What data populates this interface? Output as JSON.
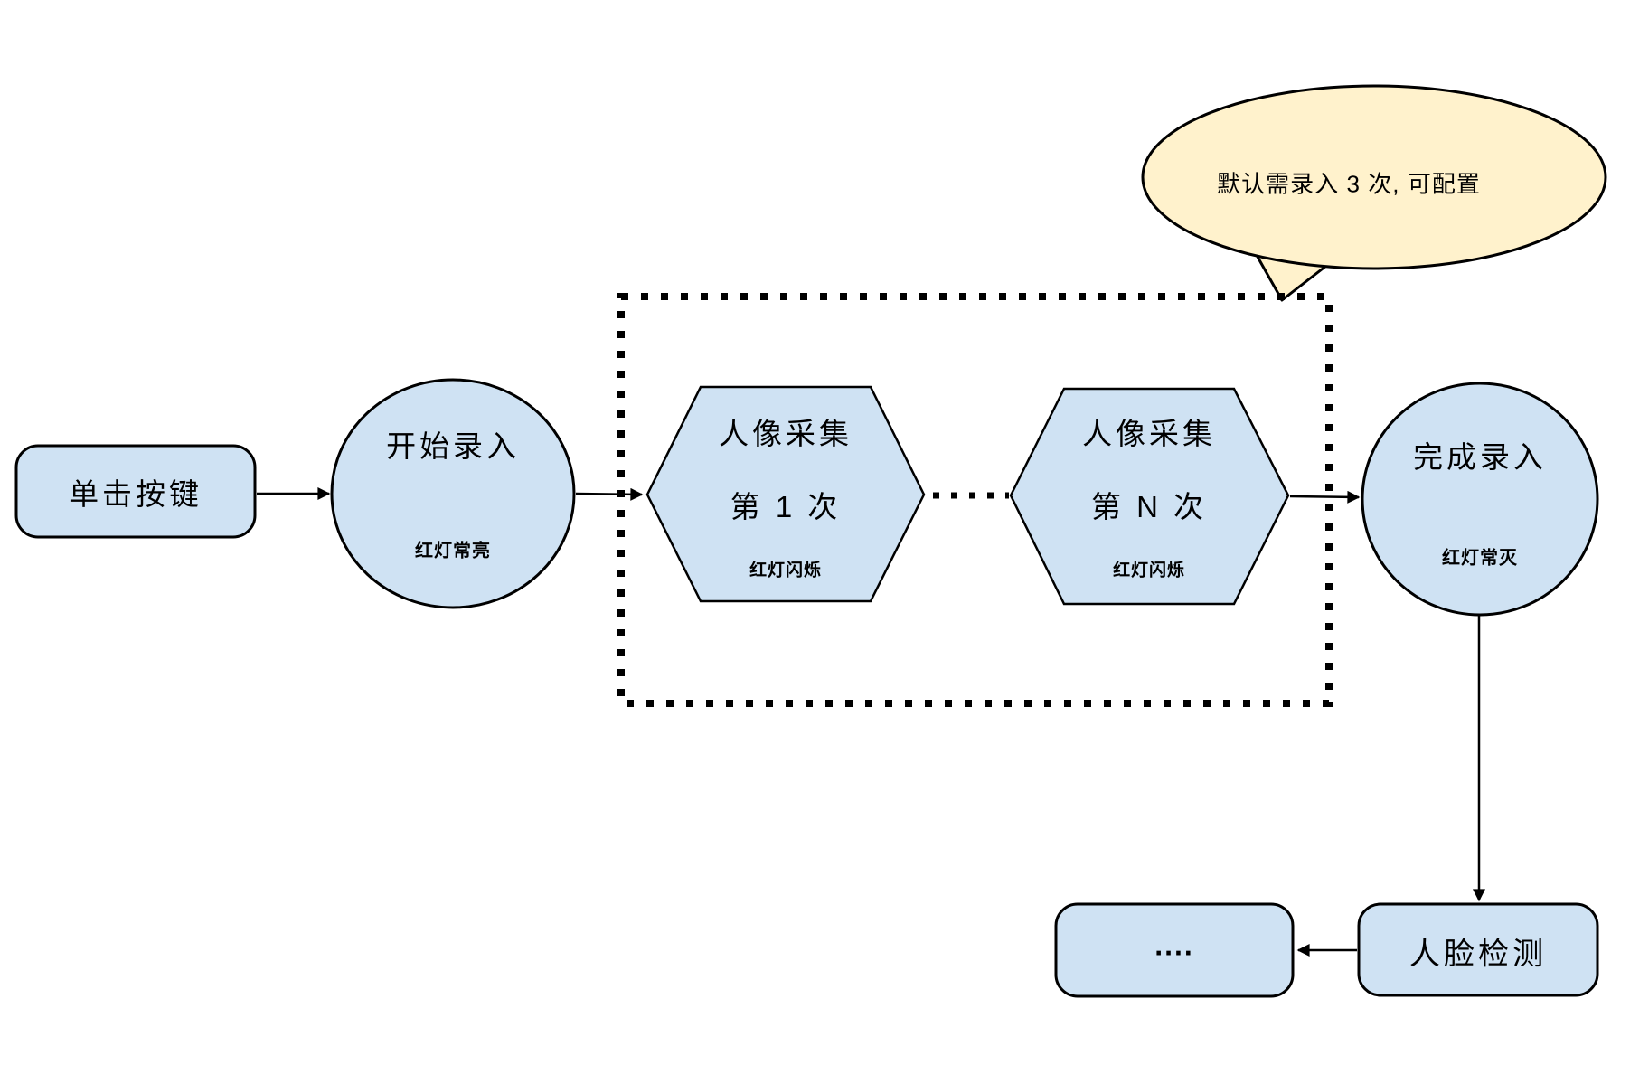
{
  "diagram": {
    "background": "#ffffff",
    "node_fill": "#cfe2f3",
    "node_stroke": "#000000",
    "callout_fill": "#fff2cc",
    "arrow_color": "#000000",
    "nodes": {
      "click_button": {
        "label": "单击按键"
      },
      "start_enroll": {
        "title": "开始录入",
        "status": "红灯常亮"
      },
      "capture_first": {
        "title": "人像采集",
        "subtitle": "第 1 次",
        "status": "红灯闪烁"
      },
      "capture_nth": {
        "title": "人像采集",
        "subtitle": "第 N 次",
        "status": "红灯闪烁"
      },
      "finish_enroll": {
        "title": "完成录入",
        "status": "红灯常灭"
      },
      "face_detect": {
        "label": "人脸检测"
      },
      "continuation": {
        "label": "...."
      },
      "callout": {
        "text": "默认需录入 3 次, 可配置"
      }
    }
  }
}
